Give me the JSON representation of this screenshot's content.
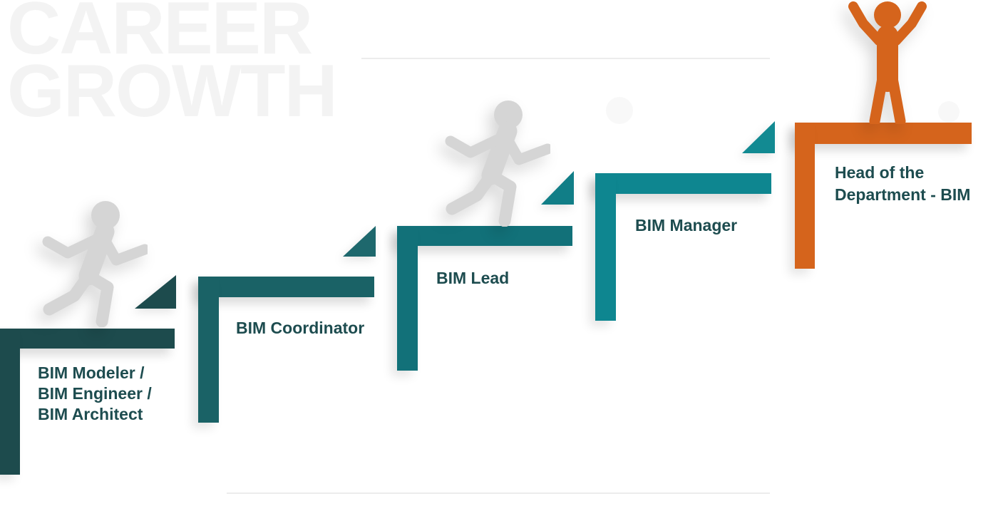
{
  "watermark": {
    "line1": "CAREER",
    "line2": "GROWTH",
    "color": "#f3f3f3"
  },
  "steps": [
    {
      "id": "bim-modeler",
      "label": "BIM Modeler /\nBIM Engineer /\nBIM Architect",
      "color": "#1D4B4D"
    },
    {
      "id": "bim-coordinator",
      "label": "BIM Coordinator",
      "color": "#1A6266"
    },
    {
      "id": "bim-lead",
      "label": "BIM Lead",
      "color": "#127179"
    },
    {
      "id": "bim-manager",
      "label": "BIM Manager",
      "color": "#0E8690"
    },
    {
      "id": "head-of-department",
      "label": "Head of the\nDepartment - BIM",
      "color": "#D5641C"
    }
  ],
  "arrows": [
    {
      "color": "#1D4B4D"
    },
    {
      "color": "#1E686D"
    },
    {
      "color": "#117E87"
    },
    {
      "color": "#128A92"
    }
  ],
  "figures": {
    "running_person_color": "#D5D5D5",
    "celebrating_person_color": "#D5641C"
  },
  "ui": {
    "label_color": "#1D4C4F"
  }
}
